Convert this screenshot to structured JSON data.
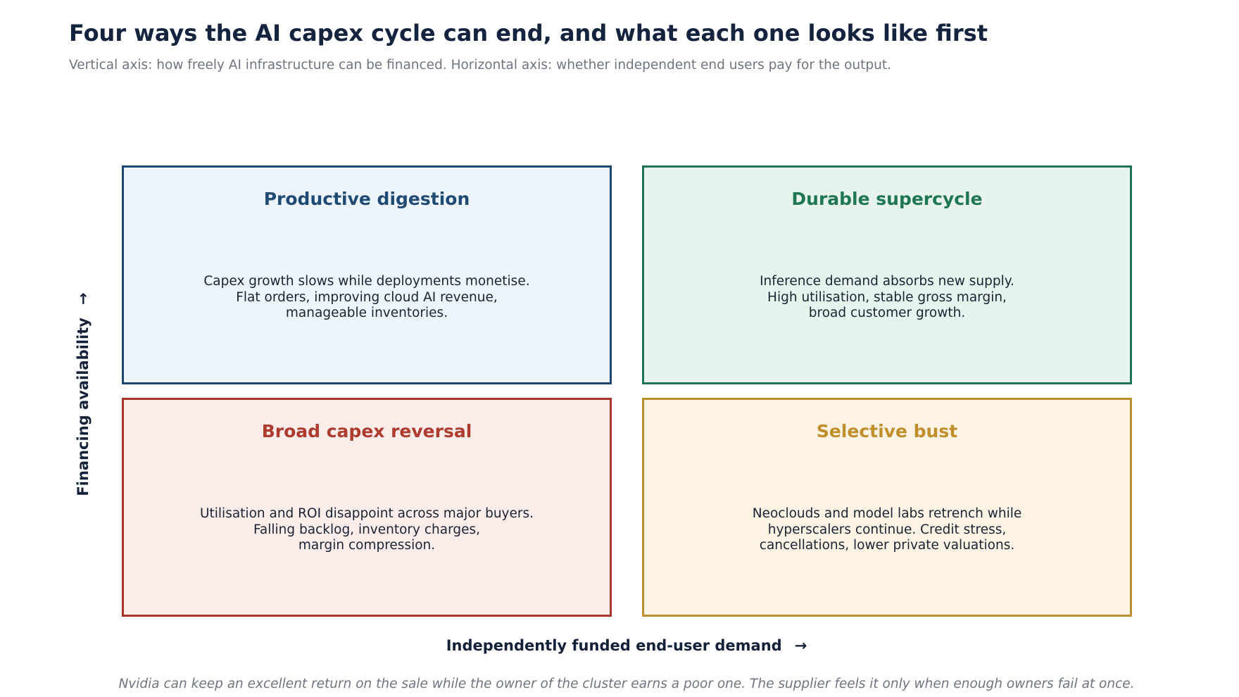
{
  "title": "Four ways the AI capex cycle can end, and what each one looks like first",
  "subtitle": "Vertical axis: how freely AI infrastructure can be financed. Horizontal axis: whether independent end users pay for the output.",
  "axes": {
    "y_label": "Financing availability",
    "y_arrow": "→",
    "x_label": "Independently funded end-user demand",
    "x_arrow": "→"
  },
  "quadrants": {
    "top_left": {
      "title": "Productive digestion",
      "lines": [
        "Capex growth slows while deployments monetise.",
        "Flat orders, improving cloud AI revenue,",
        "manageable inventories."
      ],
      "color": "#1f4a73"
    },
    "top_right": {
      "title": "Durable supercycle",
      "lines": [
        "Inference demand absorbs new supply.",
        "High utilisation, stable gross margin,",
        "broad customer growth."
      ],
      "color": "#1f7654"
    },
    "bottom_left": {
      "title": "Broad capex reversal",
      "lines": [
        "Utilisation and ROI disappoint across major buyers.",
        "Falling backlog, inventory charges,",
        "margin compression."
      ],
      "color": "#ad3b2e"
    },
    "bottom_right": {
      "title": "Selective bust",
      "lines": [
        "Neoclouds and model labs retrench while",
        "hyperscalers continue. Credit stress,",
        "cancellations, lower private valuations."
      ],
      "color": "#c08f2c"
    }
  },
  "footnote": "Nvidia can keep an excellent return on the sale while the owner of the cluster earns a poor one. The supplier feels it only when enough owners fail at once."
}
